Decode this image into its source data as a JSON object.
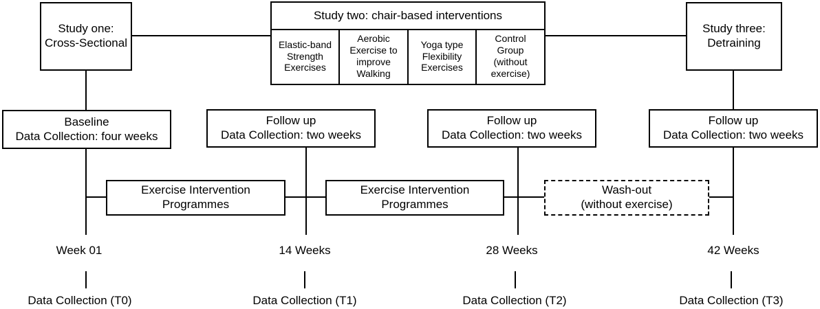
{
  "study_one": {
    "line1": "Study one:",
    "line2": "Cross-Sectional"
  },
  "study_two": {
    "title": "Study two: chair-based interventions",
    "arms": [
      {
        "lines": [
          "Elastic-band",
          "Strength",
          "Exercises"
        ]
      },
      {
        "lines": [
          "Aerobic",
          "Exercise to",
          "improve",
          "Walking"
        ]
      },
      {
        "lines": [
          "Yoga type",
          "Flexibility",
          "Exercises"
        ]
      },
      {
        "lines": [
          "Control",
          "Group",
          "(without",
          "exercise)"
        ]
      }
    ]
  },
  "study_three": {
    "line1": "Study three:",
    "line2": "Detraining"
  },
  "collections": [
    {
      "line1": "Baseline",
      "line2": "Data Collection: four weeks"
    },
    {
      "line1": "Follow up",
      "line2": "Data Collection: two weeks"
    },
    {
      "line1": "Follow up",
      "line2": "Data Collection: two weeks"
    },
    {
      "line1": "Follow up",
      "line2": "Data Collection: two weeks"
    }
  ],
  "interventions": [
    {
      "line1": "Exercise Intervention",
      "line2": "Programmes"
    },
    {
      "line1": "Exercise Intervention",
      "line2": "Programmes"
    }
  ],
  "washout": {
    "line1": "Wash-out",
    "line2": "(without exercise)"
  },
  "timepoints": [
    "Week 01",
    "14 Weeks",
    "28 Weeks",
    "42 Weeks"
  ],
  "data_collections": [
    "Data Collection (T0)",
    "Data Collection (T1)",
    "Data Collection (T2)",
    "Data Collection (T3)"
  ]
}
